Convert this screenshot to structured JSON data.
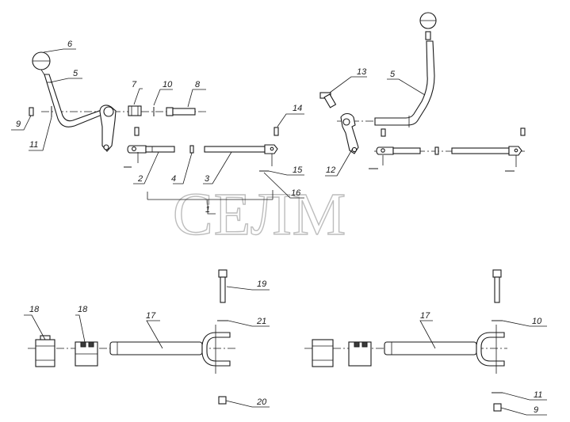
{
  "watermark": {
    "text": "СЕЛМ"
  },
  "callouts": {
    "c6": "6",
    "c5a": "5",
    "c7": "7",
    "c10a": "10",
    "c8": "8",
    "c9a": "9",
    "c11a": "11",
    "c2": "2",
    "c4": "4",
    "c3": "3",
    "c1": "1",
    "c14": "14",
    "c15": "15",
    "c16": "16",
    "c13": "13",
    "c5b": "5",
    "c12": "12",
    "c18a": "18",
    "c18b": "18",
    "c17a": "17",
    "c19": "19",
    "c21": "21",
    "c20": "20",
    "c17b": "17",
    "c10b": "10",
    "c11b": "11",
    "c9b": "9"
  }
}
